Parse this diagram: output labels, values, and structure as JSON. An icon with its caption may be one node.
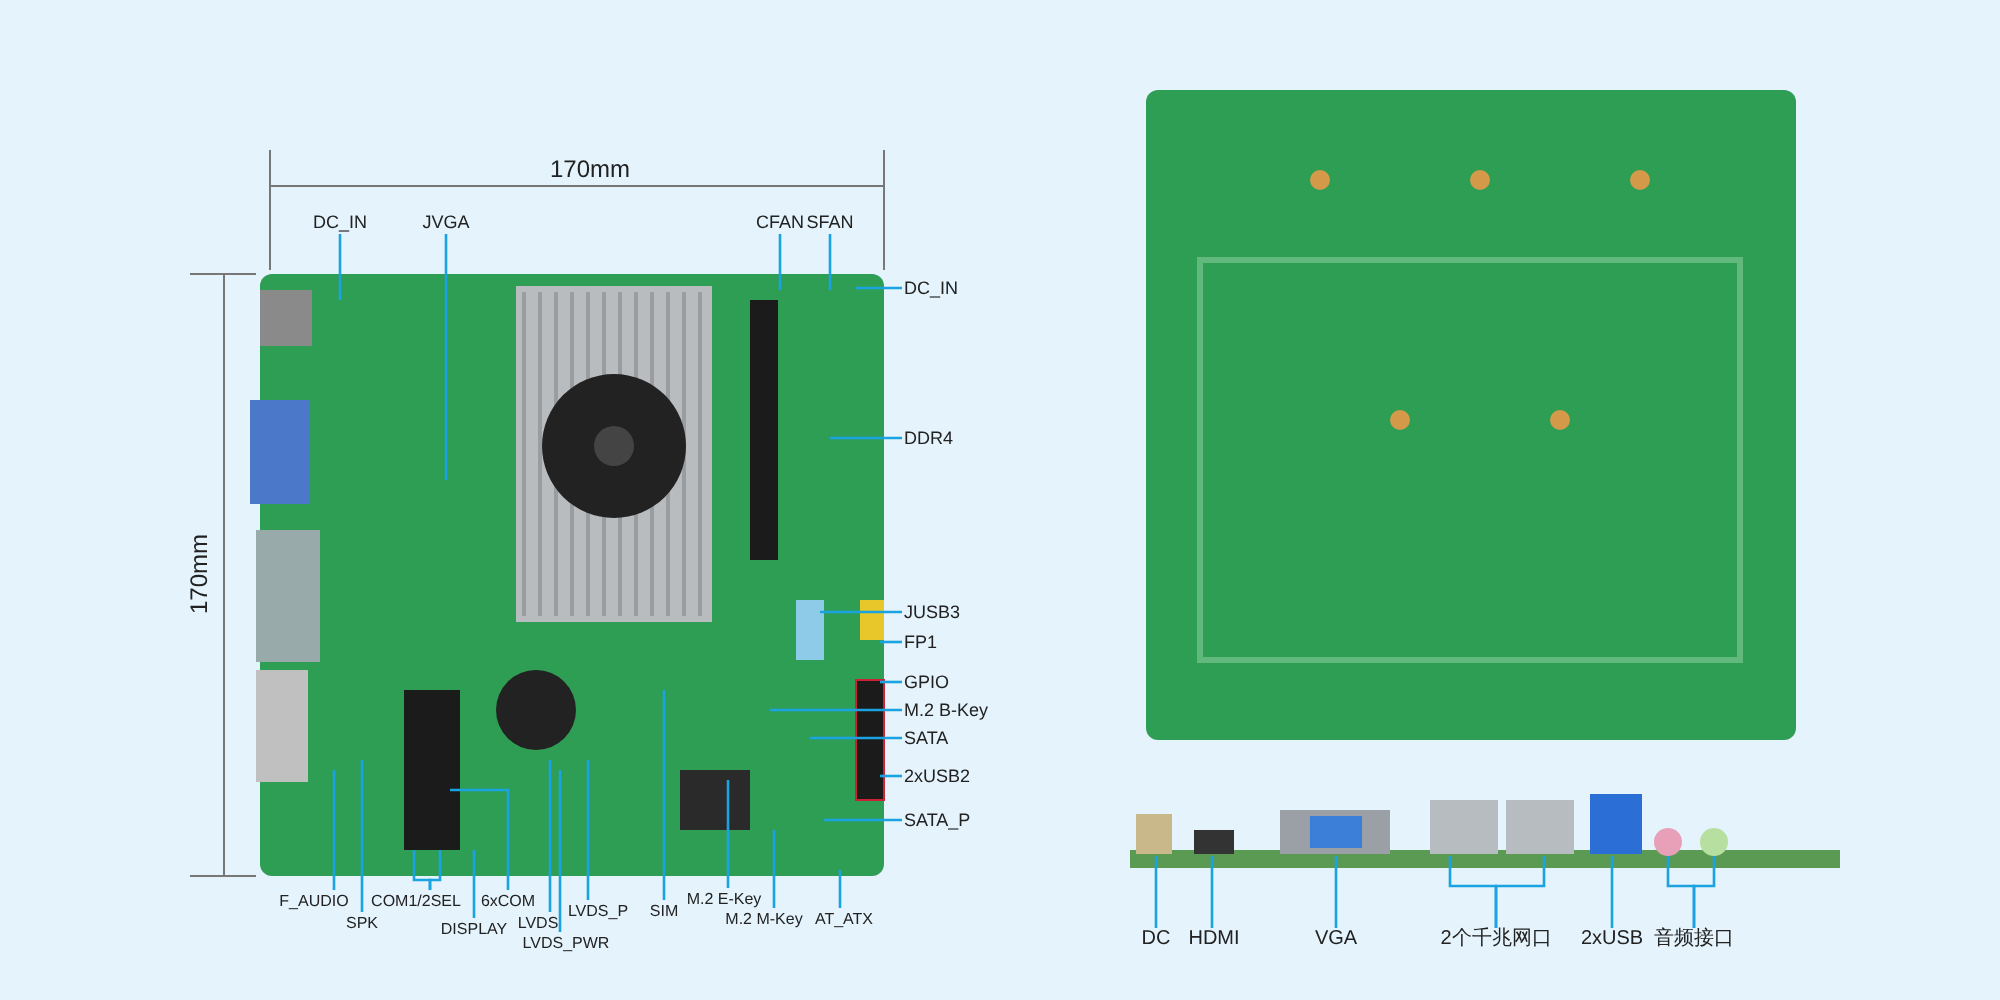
{
  "diagram": {
    "nodes": [
      {
        "text": [
          "DC_IN"
        ]
      },
      {
        "text": [
          "JVGA"
        ]
      },
      {
        "text": [
          "CFAN"
        ]
      },
      {
        "text": [
          "SFAN"
        ]
      },
      {
        "text": [
          "DC_IN"
        ]
      },
      {
        "text": [
          "DDR4"
        ]
      },
      {
        "text": [
          "JUSB3"
        ]
      },
      {
        "text": [
          "FP1"
        ]
      },
      {
        "text": [
          "GPIO"
        ]
      },
      {
        "text": [
          "M.2 B-Key"
        ]
      },
      {
        "text": [
          "SATA"
        ]
      },
      {
        "text": [
          "2xUSB2"
        ]
      },
      {
        "text": [
          "SATA_P"
        ]
      },
      {
        "text": [
          "F_AUDIO"
        ]
      },
      {
        "text": [
          "SPK"
        ]
      },
      {
        "text": [
          "COM1/2SEL"
        ]
      },
      {
        "text": [
          "DISPLAY"
        ]
      },
      {
        "text": [
          "6xCOM"
        ]
      },
      {
        "text": [
          "LVDS"
        ]
      },
      {
        "text": [
          "LVDS_PWR"
        ]
      },
      {
        "text": [
          "LVDS_P"
        ]
      },
      {
        "text": [
          "SIM"
        ]
      },
      {
        "text": [
          "M.2 E-Key"
        ]
      },
      {
        "text": [
          "M.2 M-Key"
        ]
      },
      {
        "text": [
          "AT_ATX"
        ]
      },
      {
        "text": [
          "DC"
        ]
      },
      {
        "text": [
          "HDMI"
        ]
      },
      {
        "text": [
          "VGA"
        ]
      },
      {
        "text": [
          "2个千兆网口"
        ]
      },
      {
        "text": [
          "2xUSB"
        ]
      },
      {
        "text": [
          "音频接口"
        ]
      }
    ],
    "edges": [
      {
        "from": 0,
        "to": null,
        "arrow": "none"
      },
      {
        "from": 1,
        "to": null,
        "arrow": "none"
      },
      {
        "from": 2,
        "to": null,
        "arrow": "none"
      },
      {
        "from": 3,
        "to": null,
        "arrow": "none"
      },
      {
        "from": 4,
        "to": null,
        "arrow": "none"
      },
      {
        "from": 5,
        "to": null,
        "arrow": "none"
      },
      {
        "from": 6,
        "to": null,
        "arrow": "none"
      },
      {
        "from": 7,
        "to": null,
        "arrow": "none"
      },
      {
        "from": 8,
        "to": null,
        "arrow": "none"
      },
      {
        "from": 9,
        "to": null,
        "arrow": "none"
      },
      {
        "from": 10,
        "to": null,
        "arrow": "none"
      },
      {
        "from": 11,
        "to": null,
        "arrow": "none"
      },
      {
        "from": 12,
        "to": null,
        "arrow": "none"
      },
      {
        "from": 13,
        "to": null,
        "arrow": "none"
      },
      {
        "from": 14,
        "to": null,
        "arrow": "none"
      },
      {
        "from": 15,
        "to": null,
        "arrow": "none"
      },
      {
        "from": 15,
        "to": null,
        "arrow": "none"
      },
      {
        "from": 16,
        "to": null,
        "arrow": "none"
      },
      {
        "from": 17,
        "to": null,
        "arrow": "none"
      },
      {
        "from": 18,
        "to": null,
        "arrow": "none"
      },
      {
        "from": 19,
        "to": null,
        "arrow": "none"
      },
      {
        "from": 20,
        "to": null,
        "arrow": "none"
      },
      {
        "from": 21,
        "to": null,
        "arrow": "none"
      },
      {
        "from": 22,
        "to": null,
        "arrow": "none"
      },
      {
        "from": 23,
        "to": null,
        "arrow": "none"
      },
      {
        "from": 24,
        "to": null,
        "arrow": "none"
      },
      {
        "from": 25,
        "to": null,
        "arrow": "none"
      },
      {
        "from": 26,
        "to": null,
        "arrow": "none"
      },
      {
        "from": 27,
        "to": null,
        "arrow": "none"
      },
      {
        "from": 28,
        "to": null,
        "arrow": "none"
      },
      {
        "from": 28,
        "to": null,
        "arrow": "none"
      },
      {
        "from": 29,
        "to": null,
        "arrow": "none"
      },
      {
        "from": 30,
        "to": null,
        "arrow": "none"
      },
      {
        "from": 30,
        "to": null,
        "arrow": "none"
      }
    ],
    "labels": [
      "170mm",
      "170mm"
    ]
  }
}
